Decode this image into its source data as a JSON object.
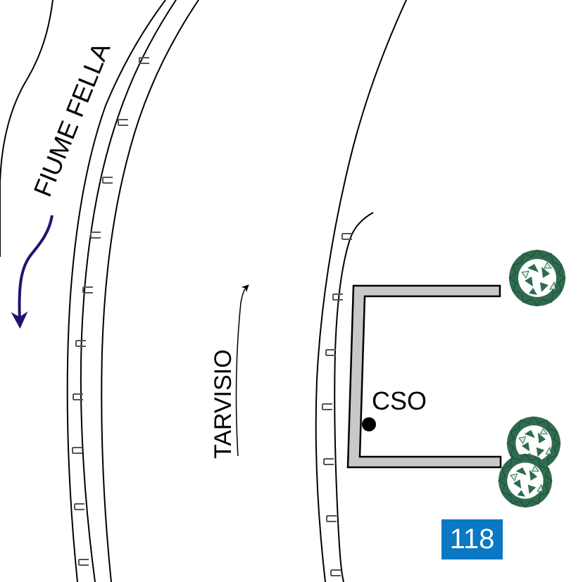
{
  "labels": {
    "river": "FIUME FELLA",
    "direction": "TARVISIO",
    "point": "CSO",
    "badge": "118"
  },
  "icons": {
    "river_flow": "arrow-icon",
    "direction": "arrow-icon",
    "point": "dot-marker-icon",
    "trees": "tree-icon"
  },
  "colors": {
    "river_arrow": "#1e1470",
    "badge_bg": "#0a78c2",
    "building_fill": "#c8c8c8",
    "tree_dark": "#2f6b4e",
    "tree_light": "#d9ead9"
  }
}
